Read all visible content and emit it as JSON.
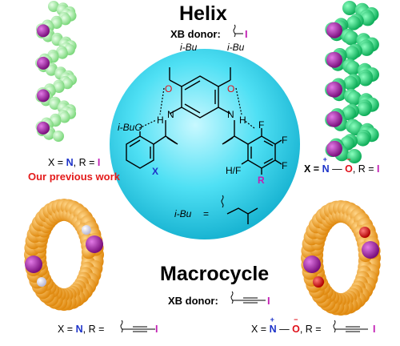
{
  "titles": {
    "helix": "Helix",
    "macrocycle": "Macrocycle"
  },
  "xb_donor": {
    "label": "XB donor:",
    "iodine": "I"
  },
  "captions": {
    "top_left": {
      "x_eq": "X = ",
      "x_val": "N",
      "r_sep": ", R = ",
      "r_val": "I"
    },
    "top_left_note": "Our previous work",
    "top_right": {
      "x_eq": "X = ",
      "n_plus": "+",
      "n": "N",
      "dash": " — ",
      "o_minus": "−",
      "o": "O",
      "r_sep": ", R = ",
      "r_val": "I"
    },
    "bottom_left": {
      "x_eq": "X = ",
      "x_val": "N",
      "r_sep": ", R = ",
      "r_val": "I"
    },
    "bottom_right": {
      "x_eq": "X = ",
      "n_plus": "+",
      "n": "N",
      "dash": " — ",
      "o_minus": "−",
      "o": "O",
      "r_sep": ", R = ",
      "r_val": "I"
    }
  },
  "structure": {
    "ibu_1": "i-Bu",
    "ibu_2": "i-Bu",
    "ibu_3": "i-BuO",
    "o1": "O",
    "o2": "O",
    "h1": "H",
    "h2": "H",
    "n1": "N",
    "n2": "N",
    "x": "X",
    "f1": "F",
    "f2": "F",
    "f3": "F",
    "hf": "H/F",
    "r": "R",
    "ibu_def_label": "i-Bu",
    "equals": "="
  },
  "colors": {
    "circle": "#4fe0f4",
    "helix_left": "#a8f0a8",
    "helix_right": "#22e07a",
    "macrocycle": "#f7a62a",
    "iodine": "#9b1f9e",
    "nitrogen_blue": "#1d33c9",
    "oxygen_red": "#e0101a",
    "iodine_text": "#c21fb4"
  }
}
